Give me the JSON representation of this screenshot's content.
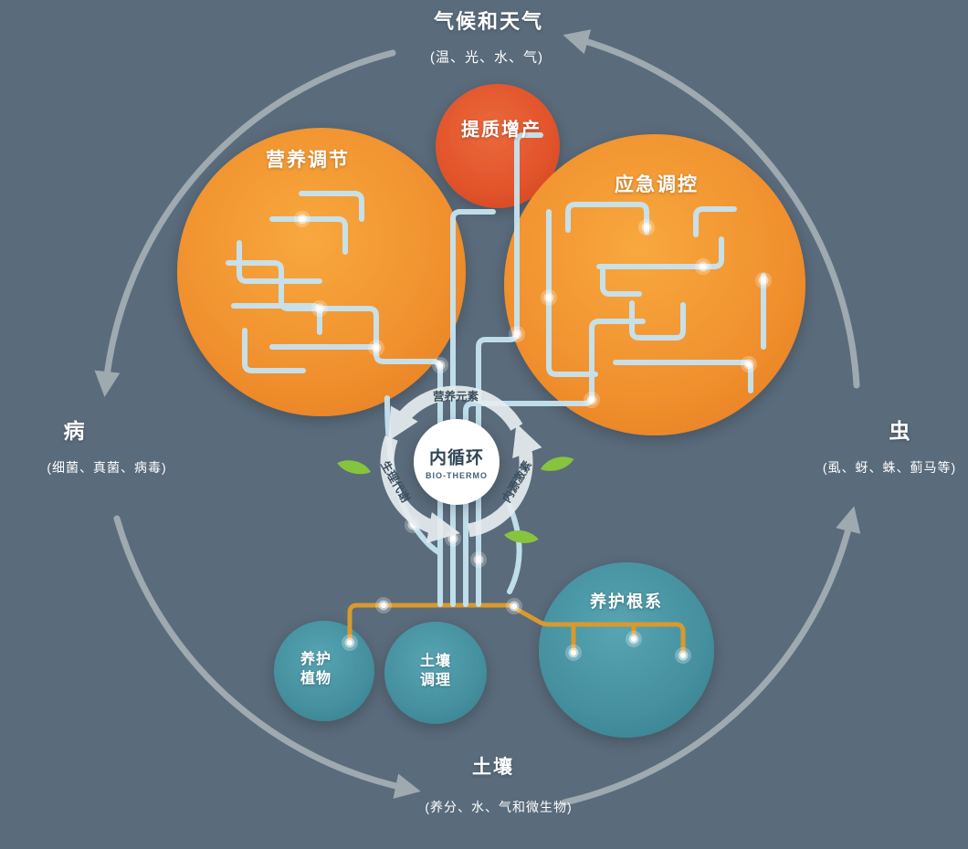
{
  "colors": {
    "background": "#5a6b7b",
    "orange_bubble": "#f0902e",
    "red_bubble": "#e2532b",
    "teal_bubble": "#45909f",
    "branch_blue": "#c6e4f2",
    "root_gold": "#d89a2f",
    "leaf_green": "#87c43e",
    "cycle_arrow_gray": "#a7b0b6"
  },
  "outer": {
    "top": {
      "title": "气候和天气",
      "subtitle": "(温、光、水、气)"
    },
    "left": {
      "title": "病",
      "subtitle": "(细菌、真菌、病毒)"
    },
    "right": {
      "title": "虫",
      "subtitle": "(虱、蚜、蛛、蓟马等)"
    },
    "bottom": {
      "title": "土壤",
      "subtitle": "(养分、水、气和微生物)"
    }
  },
  "bubbles": {
    "nutrition": {
      "label": "营养调节"
    },
    "quality": {
      "label": "提质增产"
    },
    "emergency": {
      "label": "应急调控"
    },
    "root_care": {
      "label": "养护根系"
    },
    "plant_care": {
      "lines": [
        "养护",
        "植物"
      ]
    },
    "soil_conditioning": {
      "lines": [
        "土壤",
        "调理"
      ]
    }
  },
  "center": {
    "title": "内循环",
    "subtitle": "BIO-THERMO",
    "cycle_labels": [
      "营养元素",
      "生理代谢",
      "内源激素"
    ]
  }
}
